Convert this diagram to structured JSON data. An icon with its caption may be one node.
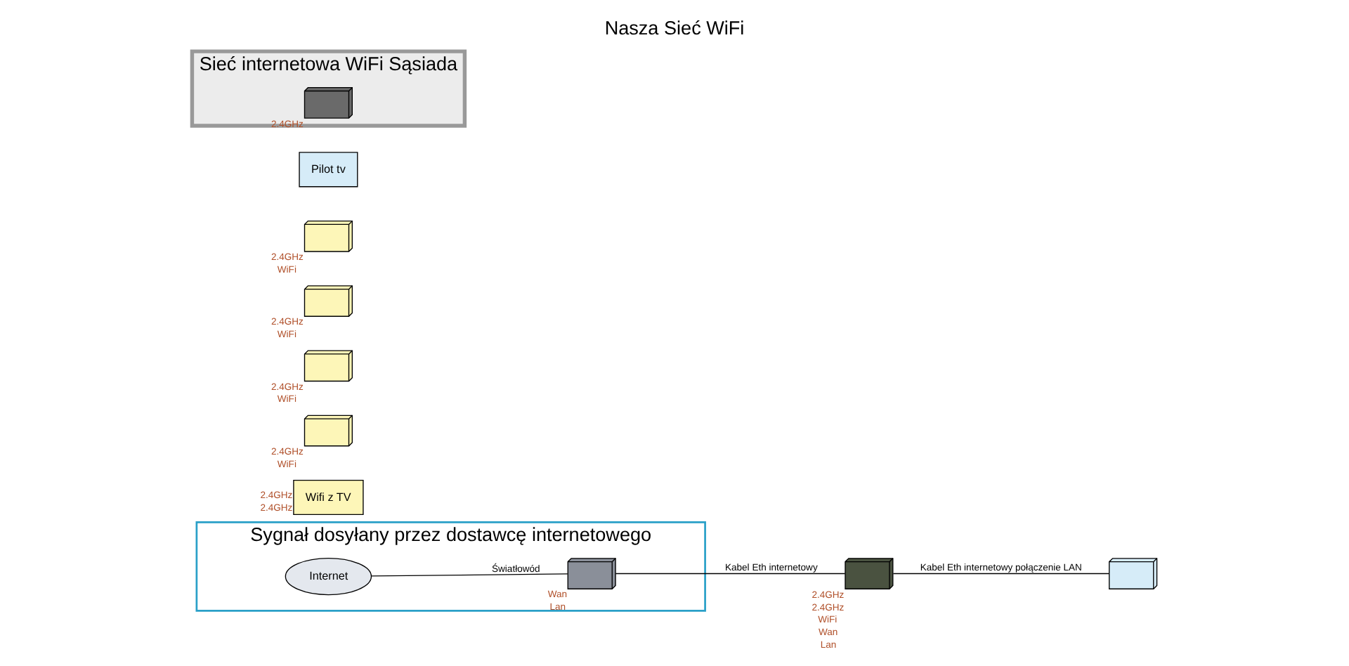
{
  "diagram": {
    "title": "Nasza Sieć WiFi",
    "nodes": [
      {
        "text": [
          "Sygnał dosyłany przez dostawcę internetowego"
        ]
      },
      {
        "text": [
          "Internet"
        ],
        "in": 0
      },
      {
        "text": [],
        "shape": "picture",
        "in": 0,
        "beside": [
          "Wan",
          "Lan"
        ]
      },
      {
        "text": [],
        "shape": "picture",
        "beside": [
          "2.4GHz",
          "2.4GHz",
          "WiFi",
          "Wan",
          "Lan"
        ]
      },
      {
        "text": [
          "Wifi z TV"
        ],
        "beside": [
          "2.4GHz",
          "2.4GHz"
        ]
      },
      {
        "text": [],
        "shape": "picture",
        "beside": [
          "2.4GHz",
          "WiFi"
        ]
      },
      {
        "text": [],
        "shape": "picture",
        "beside": [
          "2.4GHz",
          "WiFi"
        ]
      },
      {
        "text": [],
        "shape": "picture",
        "beside": [
          "2.4GHz",
          "WiFi"
        ]
      },
      {
        "text": [],
        "shape": "picture",
        "beside": [
          "2.4GHz",
          "WiFi"
        ]
      },
      {
        "text": [],
        "shape": "picture"
      },
      {
        "text": [
          "Pilot tv"
        ]
      },
      {
        "text": [
          "Sieć internetowa WiFi Sąsiada"
        ]
      },
      {
        "text": [],
        "shape": "picture",
        "in": 11,
        "beside": [
          "2.4GHz"
        ]
      }
    ],
    "edges": [
      {
        "from": 1,
        "to": 2,
        "arrow": "none",
        "label": "Światłowód"
      },
      {
        "from": 2,
        "to": 3,
        "arrow": "none",
        "label": "Kabel Eth internetowy"
      },
      {
        "from": 3,
        "to": 9,
        "arrow": "none",
        "label": "Kabel Eth internetowy połączenie LAN"
      }
    ]
  }
}
